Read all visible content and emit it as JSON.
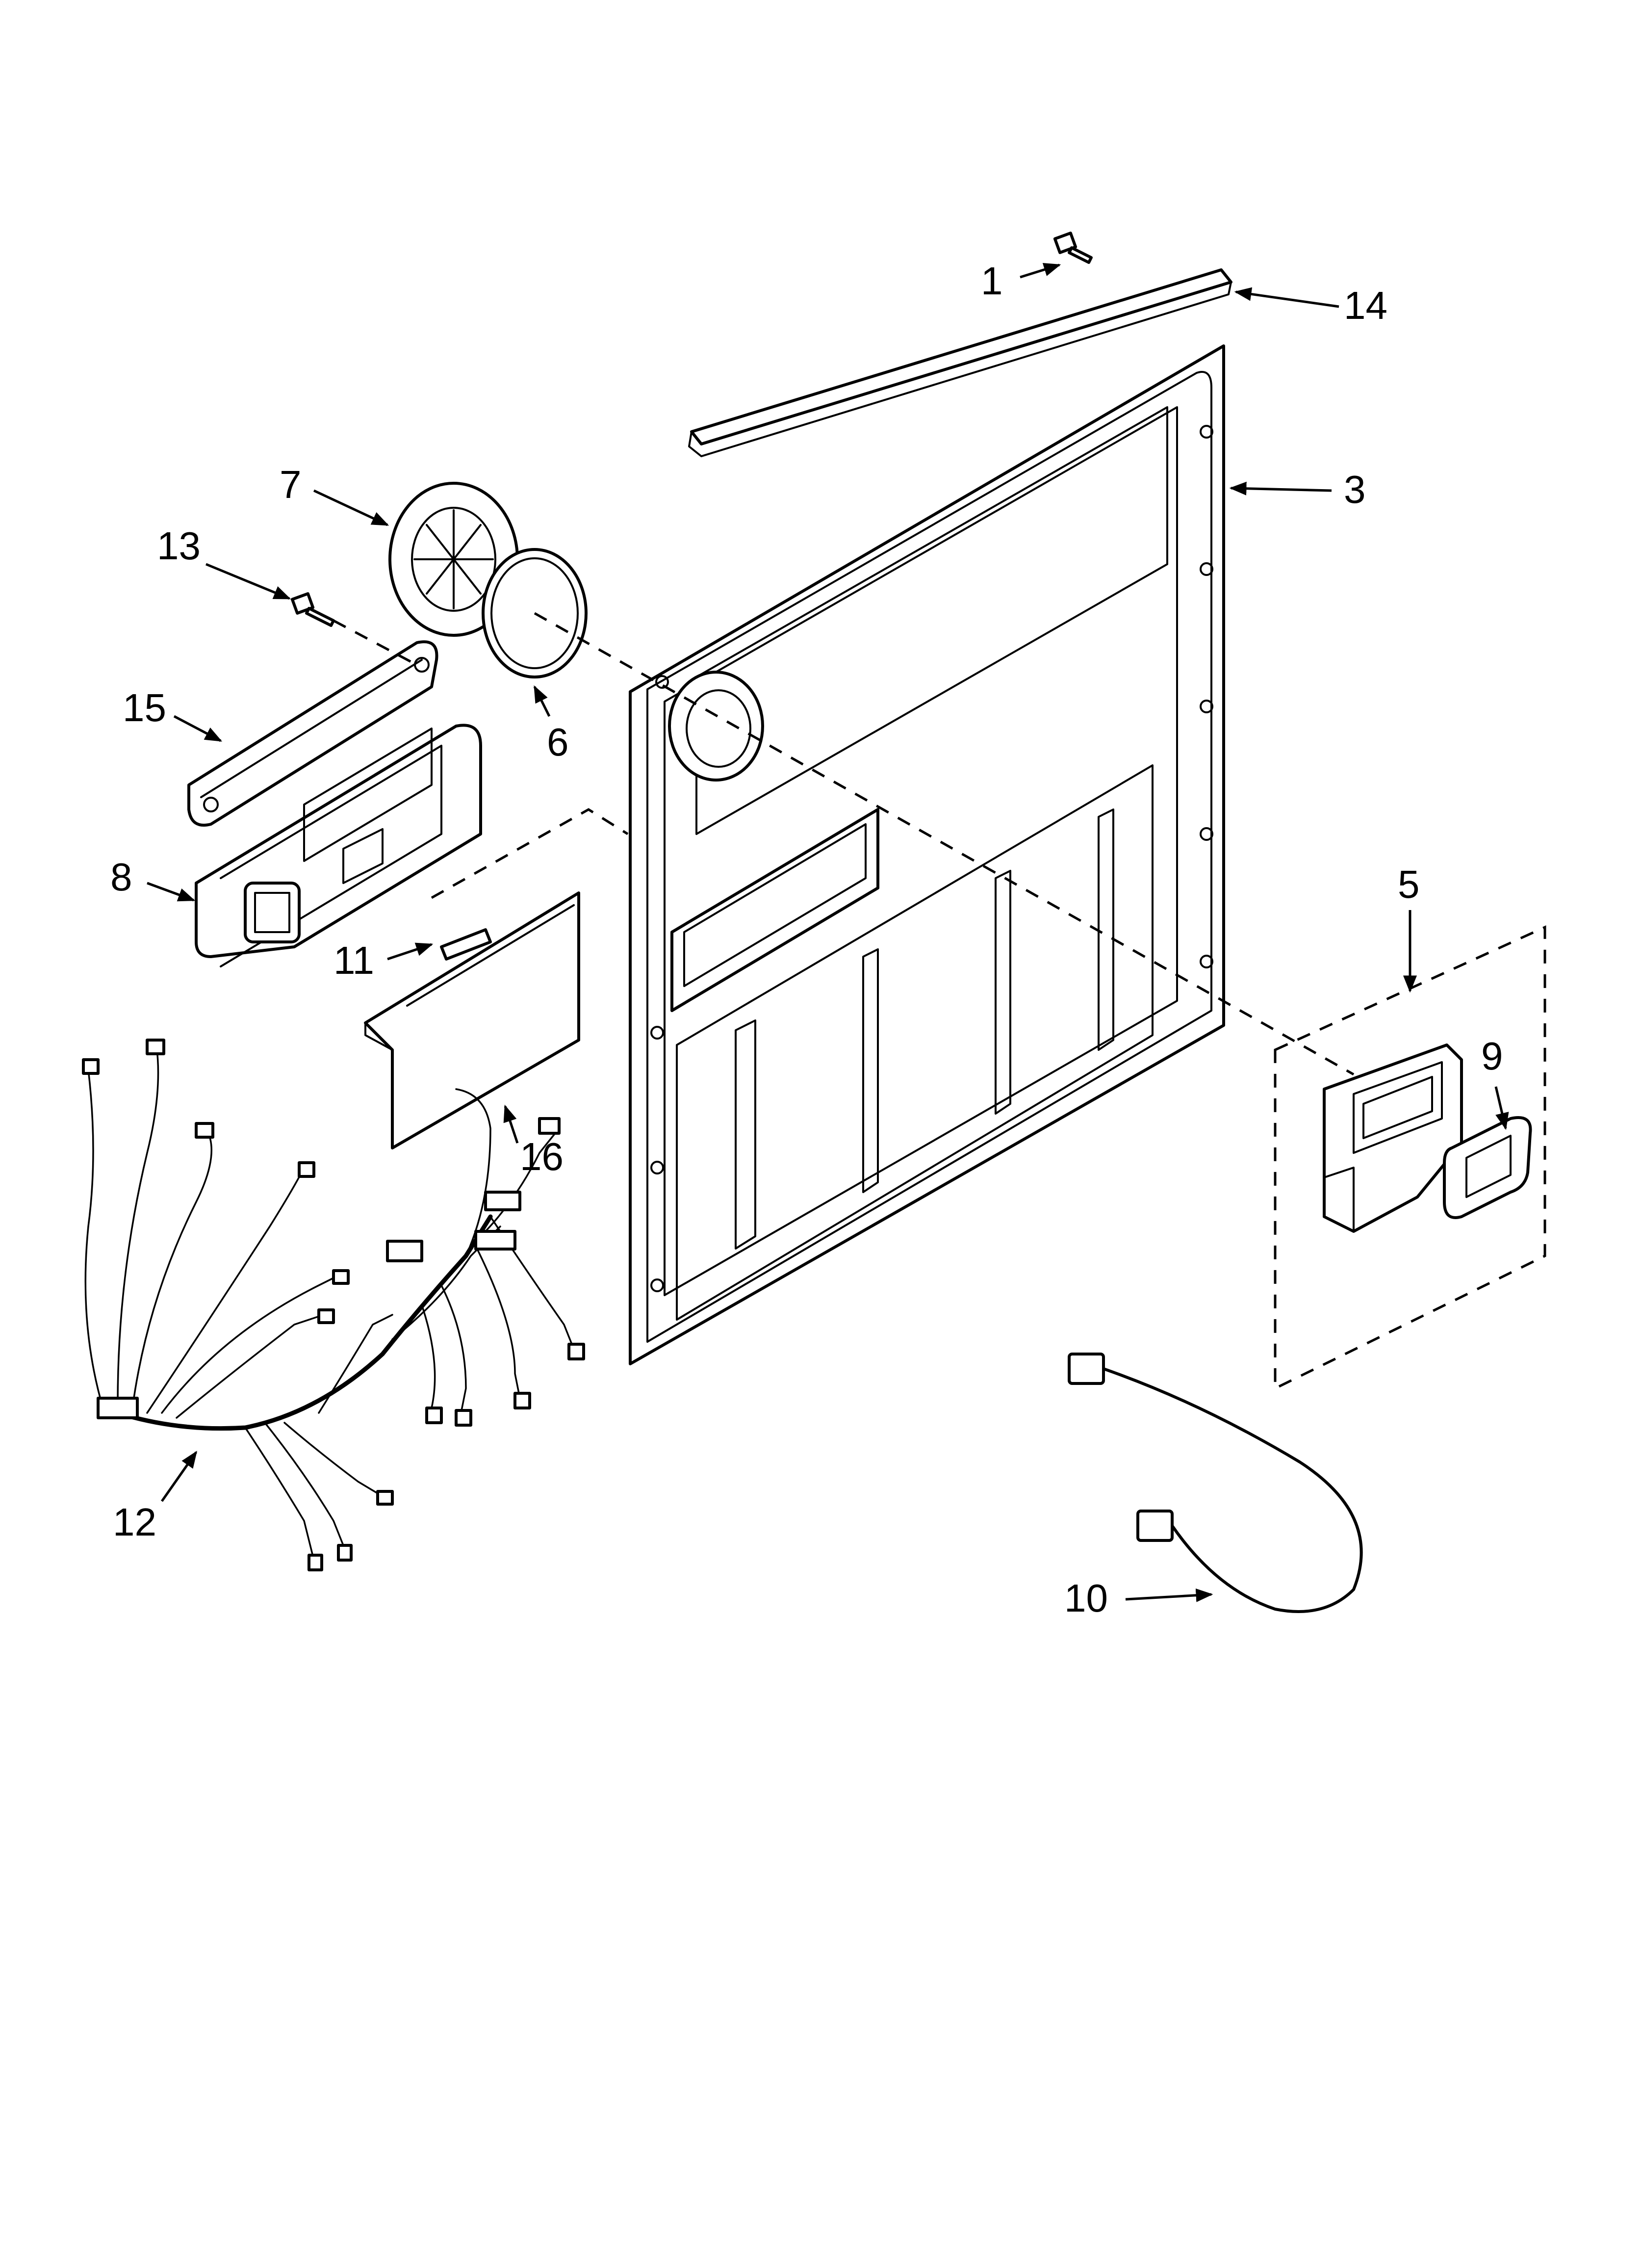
{
  "diagram": {
    "callouts": [
      {
        "id": "part-1",
        "label": "1"
      },
      {
        "id": "part-3",
        "label": "3"
      },
      {
        "id": "part-5",
        "label": "5"
      },
      {
        "id": "part-6",
        "label": "6"
      },
      {
        "id": "part-7",
        "label": "7"
      },
      {
        "id": "part-8",
        "label": "8"
      },
      {
        "id": "part-9",
        "label": "9"
      },
      {
        "id": "part-10",
        "label": "10"
      },
      {
        "id": "part-11",
        "label": "11"
      },
      {
        "id": "part-12",
        "label": "12"
      },
      {
        "id": "part-13",
        "label": "13"
      },
      {
        "id": "part-14",
        "label": "14"
      },
      {
        "id": "part-15",
        "label": "15"
      },
      {
        "id": "part-16",
        "label": "16"
      }
    ]
  }
}
